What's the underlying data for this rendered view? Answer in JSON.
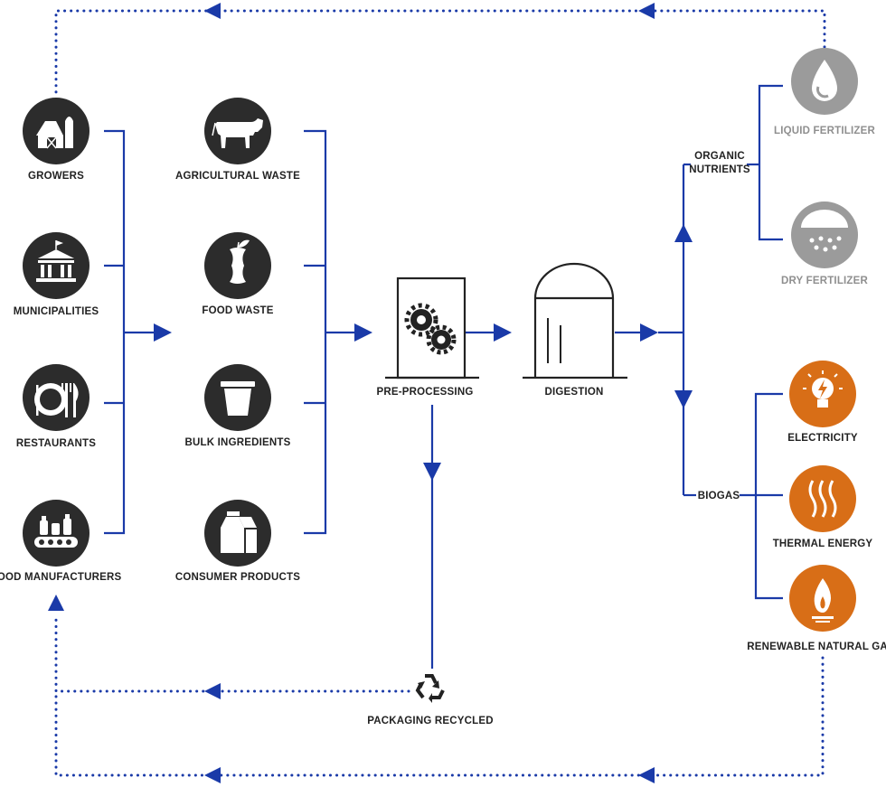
{
  "colors": {
    "flow_line": "#1a3aa8",
    "dark_icon": "#2c2c2c",
    "grey_icon": "#9b9b9b",
    "orange_icon": "#d86e17"
  },
  "sources": [
    {
      "label": "GROWERS",
      "icon": "barn-icon"
    },
    {
      "label": "MUNICIPALITIES",
      "icon": "government-building-icon"
    },
    {
      "label": "RESTAURANTS",
      "icon": "plate-cutlery-icon"
    },
    {
      "label": "FOOD MANUFACTURERS",
      "icon": "factory-conveyor-icon"
    }
  ],
  "feedstocks": [
    {
      "label": "AGRICULTURAL WASTE",
      "icon": "cow-icon"
    },
    {
      "label": "FOOD WASTE",
      "icon": "apple-core-icon"
    },
    {
      "label": "BULK INGREDIENTS",
      "icon": "bucket-icon"
    },
    {
      "label": "CONSUMER PRODUCTS",
      "icon": "milk-carton-icon"
    }
  ],
  "process": {
    "preprocessing": "PRE-PROCESSING",
    "digestion": "DIGESTION",
    "packaging": "PACKAGING RECYCLED"
  },
  "outputs": {
    "organic_line1": "ORGANIC",
    "organic_line2": "NUTRIENTS",
    "biogas": "BIOGAS",
    "liquid_fertilizer": "LIQUID FERTILIZER",
    "dry_fertilizer": "DRY FERTILIZER",
    "electricity": "ELECTRICITY",
    "thermal_energy": "THERMAL ENERGY",
    "renewable_natural_gas": "RENEWABLE NATURAL GAS"
  }
}
